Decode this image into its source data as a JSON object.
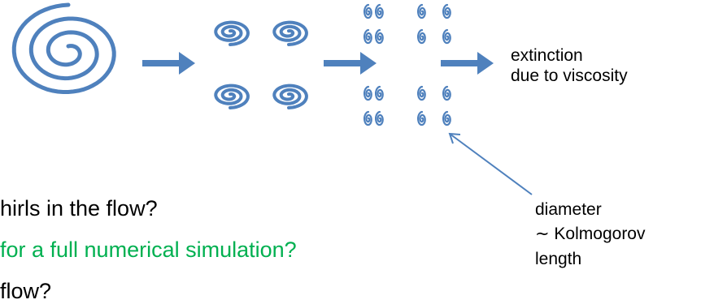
{
  "colors": {
    "spiral": "#4f81bd",
    "arrow": "#4f81bd",
    "pointer_line": "#4f81bd",
    "text": "#000000",
    "highlight_text": "#00b050"
  },
  "icons": {
    "large_whirl": "spiral-icon",
    "medium_whirl": "spiral-icon",
    "small_whirl": "spiral-icon",
    "transition": "right-arrow-icon"
  },
  "annotations": {
    "extinction": [
      "extinction",
      "due to viscosity"
    ],
    "diameter": [
      "diameter",
      "∼ Kolmogorov",
      "length"
    ]
  },
  "questions": [
    {
      "text": "hirls in the flow?",
      "color": "#000000"
    },
    {
      "text": "for a full numerical  simulation?",
      "color": "#00b050"
    },
    {
      "text": " flow?",
      "color": "#000000"
    }
  ]
}
